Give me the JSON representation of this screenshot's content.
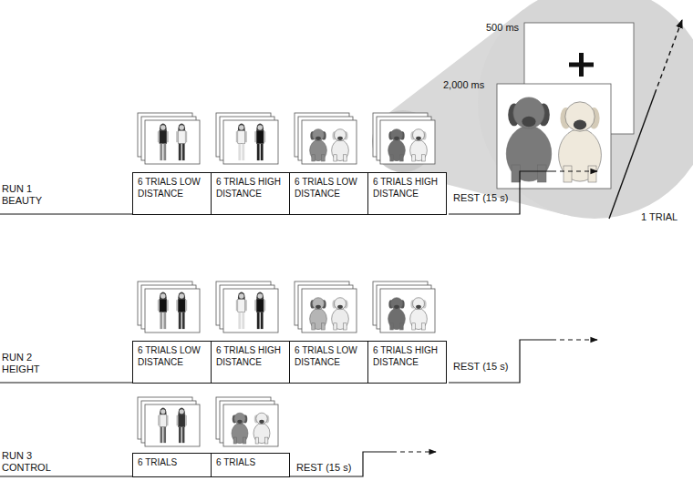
{
  "diagram": {
    "nodes": [
      {
        "text": [
          "6 TRIALS LOW DISTANCE"
        ]
      },
      {
        "text": [
          "6 TRIALS HIGH DISTANCE"
        ]
      },
      {
        "text": [
          "6 TRIALS LOW DISTANCE"
        ]
      },
      {
        "text": [
          "6 TRIALS HIGH DISTANCE"
        ]
      },
      {
        "text": [
          "6 TRIALS LOW DISTANCE"
        ]
      },
      {
        "text": [
          "6 TRIALS HIGH DISTANCE"
        ]
      },
      {
        "text": [
          "6 TRIALS LOW DISTANCE"
        ]
      },
      {
        "text": [
          "6 TRIALS HIGH DISTANCE"
        ]
      },
      {
        "text": [
          "6 TRIALS"
        ]
      },
      {
        "text": [
          "6 TRIALS"
        ]
      }
    ],
    "labels": [
      "RUN 1 BEAUTY",
      "REST (15 s)",
      "RUN 2 HEIGHT",
      "REST (15 s)",
      "RUN 3 CONTROL",
      "REST (15 s)",
      "500 ms",
      "2,000 ms",
      "1 TRIAL"
    ]
  }
}
